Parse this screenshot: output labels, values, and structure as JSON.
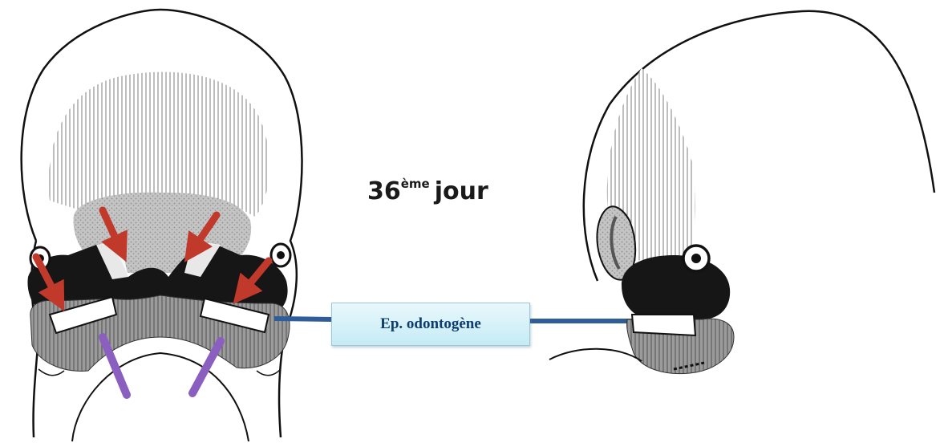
{
  "title": {
    "number": "36",
    "suffix": "ème",
    "word": "jour"
  },
  "callout": {
    "label": "Ep. odontogène"
  },
  "colors": {
    "outline": "#111111",
    "hatch": "#8a8a8a",
    "stipple": "#b9b9b9",
    "black_region": "#161616",
    "dental_band": "#ffffff",
    "arrow_red": "#c0392b",
    "arrow_purple": "#8b5fbf",
    "connector": "#2e5d9a",
    "callout_fill": "#d4f0f8",
    "callout_text": "#0d3d6e"
  },
  "figures": [
    {
      "view": "frontal",
      "arrows": {
        "red": 4,
        "purple": 2
      }
    },
    {
      "view": "lateral"
    }
  ]
}
